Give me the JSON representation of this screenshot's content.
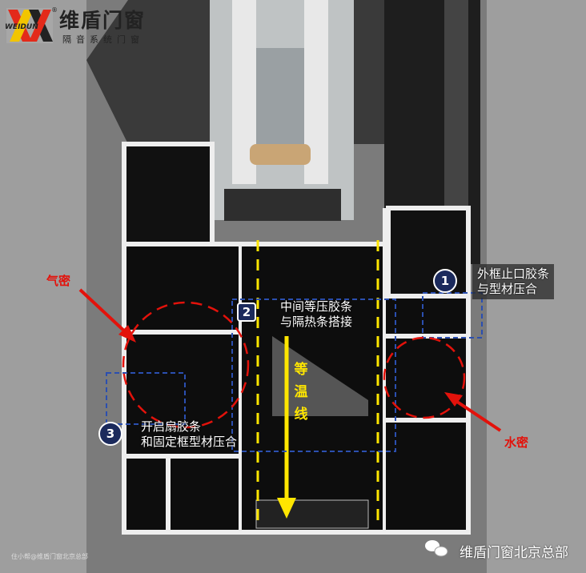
{
  "logo": {
    "brand_cn": "维盾门窗",
    "brand_en": "WEIDUN",
    "registered": "®",
    "tagline": "隔音系统门窗"
  },
  "labels": {
    "air_tight": "气密",
    "water_tight": "水密",
    "isotherm": [
      "等",
      "温",
      "线"
    ]
  },
  "callouts": [
    {
      "number": "1",
      "lines": [
        "外框止口胶条",
        "与型材压合"
      ]
    },
    {
      "number": "2",
      "lines": [
        "中间等压胶条",
        "与隔热条搭接"
      ]
    },
    {
      "number": "3",
      "lines": [
        "开启扇胶条",
        "和固定框型材压合"
      ]
    }
  ],
  "footer": {
    "brand": "维盾门窗北京总部",
    "watermark": "住小帮@维盾门窗北京总部"
  },
  "colors": {
    "accent_red": "#e3120b",
    "isotherm_yellow": "#ffe600",
    "badge_navy": "#1b2a5c"
  }
}
